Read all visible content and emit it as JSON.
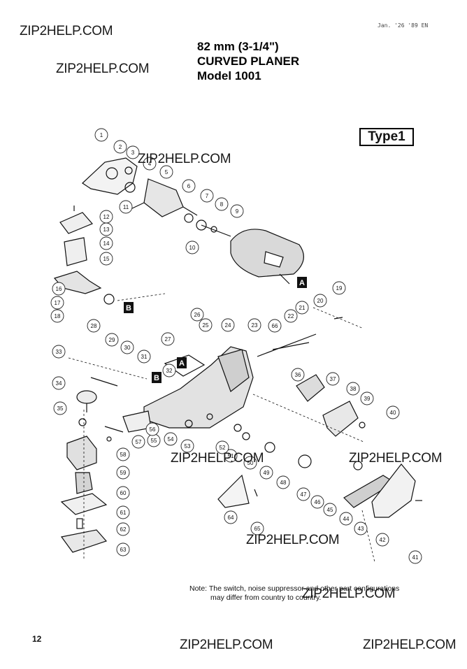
{
  "header": {
    "date_stamp": "Jan. '26 '89 EN",
    "title_size": "82 mm (3-1/4\")",
    "title_name": "CURVED PLANER",
    "title_model": "Model 1001",
    "type_label": "Type1"
  },
  "watermark": {
    "text": "ZIP2HELP.COM"
  },
  "callouts": [
    "1",
    "2",
    "3",
    "4",
    "5",
    "6",
    "7",
    "8",
    "9",
    "10",
    "11",
    "12",
    "13",
    "14",
    "15",
    "16",
    "17",
    "18",
    "19",
    "20",
    "21",
    "22",
    "23",
    "24",
    "25",
    "26",
    "27",
    "28",
    "29",
    "30",
    "31",
    "32",
    "33",
    "34",
    "35",
    "36",
    "37",
    "38",
    "39",
    "40",
    "41",
    "42",
    "43",
    "44",
    "45",
    "46",
    "47",
    "48",
    "49",
    "50",
    "51",
    "52",
    "53",
    "54",
    "55",
    "56",
    "57",
    "58",
    "59",
    "60",
    "61",
    "62",
    "63",
    "64",
    "65",
    "66"
  ],
  "section_markers": [
    "A",
    "A",
    "B",
    "B"
  ],
  "footer": {
    "note_line1": "Note: The switch, noise suppressor and other part configurations",
    "note_line2": "may differ from country to country.",
    "page_number": "12"
  }
}
